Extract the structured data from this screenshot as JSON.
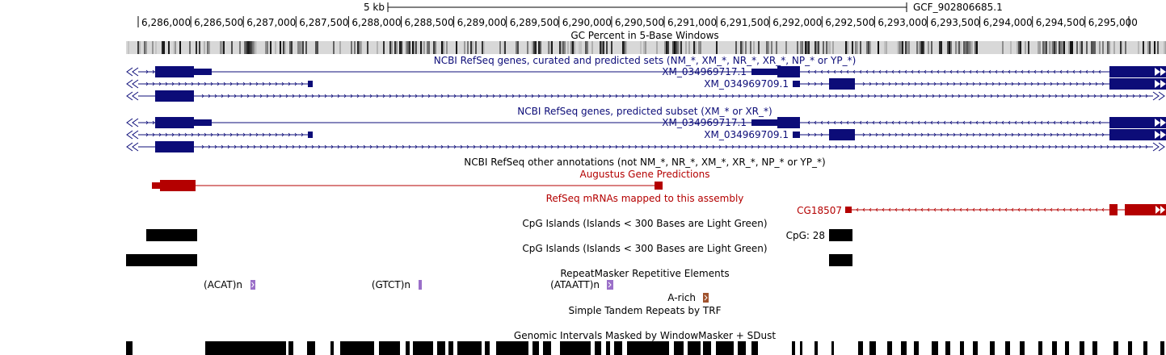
{
  "browser": {
    "scale_label": "5 kb",
    "assembly_label": "GCF_902806685.1",
    "ruler_ticks": [
      "6,286,000",
      "6,286,500",
      "6,287,000",
      "6,287,500",
      "6,288,000",
      "6,288,500",
      "6,289,000",
      "6,289,500",
      "6,290,000",
      "6,290,500",
      "6,291,000",
      "6,291,500",
      "6,292,000",
      "6,292,500",
      "6,293,000",
      "6,293,500",
      "6,294,000",
      "6,294,500",
      "6,295,000"
    ]
  },
  "tracks": {
    "gc_title": "GC Percent in 5-Base Windows",
    "refseq_all_title": "NCBI RefSeq genes, curated and predicted sets (NM_*, XM_*, NR_*, XR_*, NP_* or YP_*)",
    "refseq_pred_title": "NCBI RefSeq genes, predicted subset (XM_* or XR_*)",
    "refseq_other_title": "NCBI RefSeq other annotations (not NM_*, NR_*, XM_*, XR_*, NP_* or YP_*)",
    "augustus_title": "Augustus Gene Predictions",
    "rna_title": "RefSeq mRNAs mapped to this assembly",
    "cpg1_title": "CpG Islands (Islands < 300 Bases are Light Green)",
    "cpg2_title": "CpG Islands (Islands < 300 Bases are Light Green)",
    "rmsk_title": "RepeatMasker Repetitive Elements",
    "trf_title": "Simple Tandem Repeats by TRF",
    "wm_title": "Genomic Intervals Masked by WindowMasker + SDust"
  },
  "features": {
    "xm_717": "XM_034969717.1",
    "xm_709": "XM_034969709.1",
    "cg18507": "CG18507",
    "cpg_28": "CpG: 28",
    "acat": "(ACAT)n",
    "gtct": "(GTCT)n",
    "ataatt": "(ATAATT)n",
    "arich": "A-rich"
  },
  "colors": {
    "refseq": "#0c0c78",
    "augustus": "#b40000",
    "repeat_simple": "#9a6fc8",
    "repeat_lowcomplex": "#a0522d",
    "black": "#000000"
  }
}
